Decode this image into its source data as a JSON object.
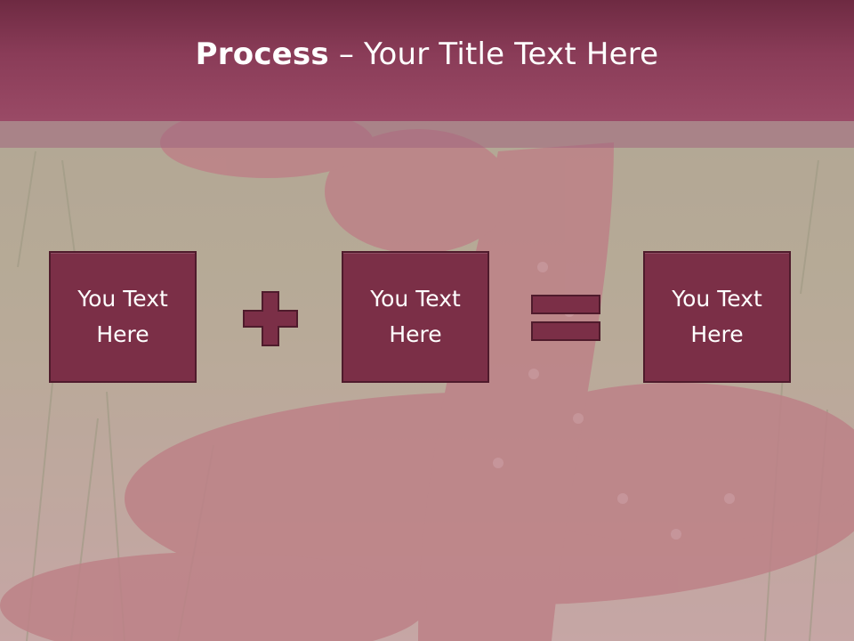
{
  "slide": {
    "title_bold": "Process",
    "title_separator": " – ",
    "title_rest": "Your Title Text Here"
  },
  "equation": {
    "boxes": [
      {
        "text": "You Text\nHere"
      },
      {
        "text": "You Text\nHere"
      },
      {
        "text": "You Text\nHere"
      }
    ],
    "operators": [
      "plus-icon",
      "equals-icon"
    ]
  },
  "colors": {
    "title_bar": "#8a3c58",
    "box_fill": "#7b2f47",
    "box_border": "#4f1b2c",
    "operator": "#7b2f47",
    "text": "#ffffff"
  }
}
